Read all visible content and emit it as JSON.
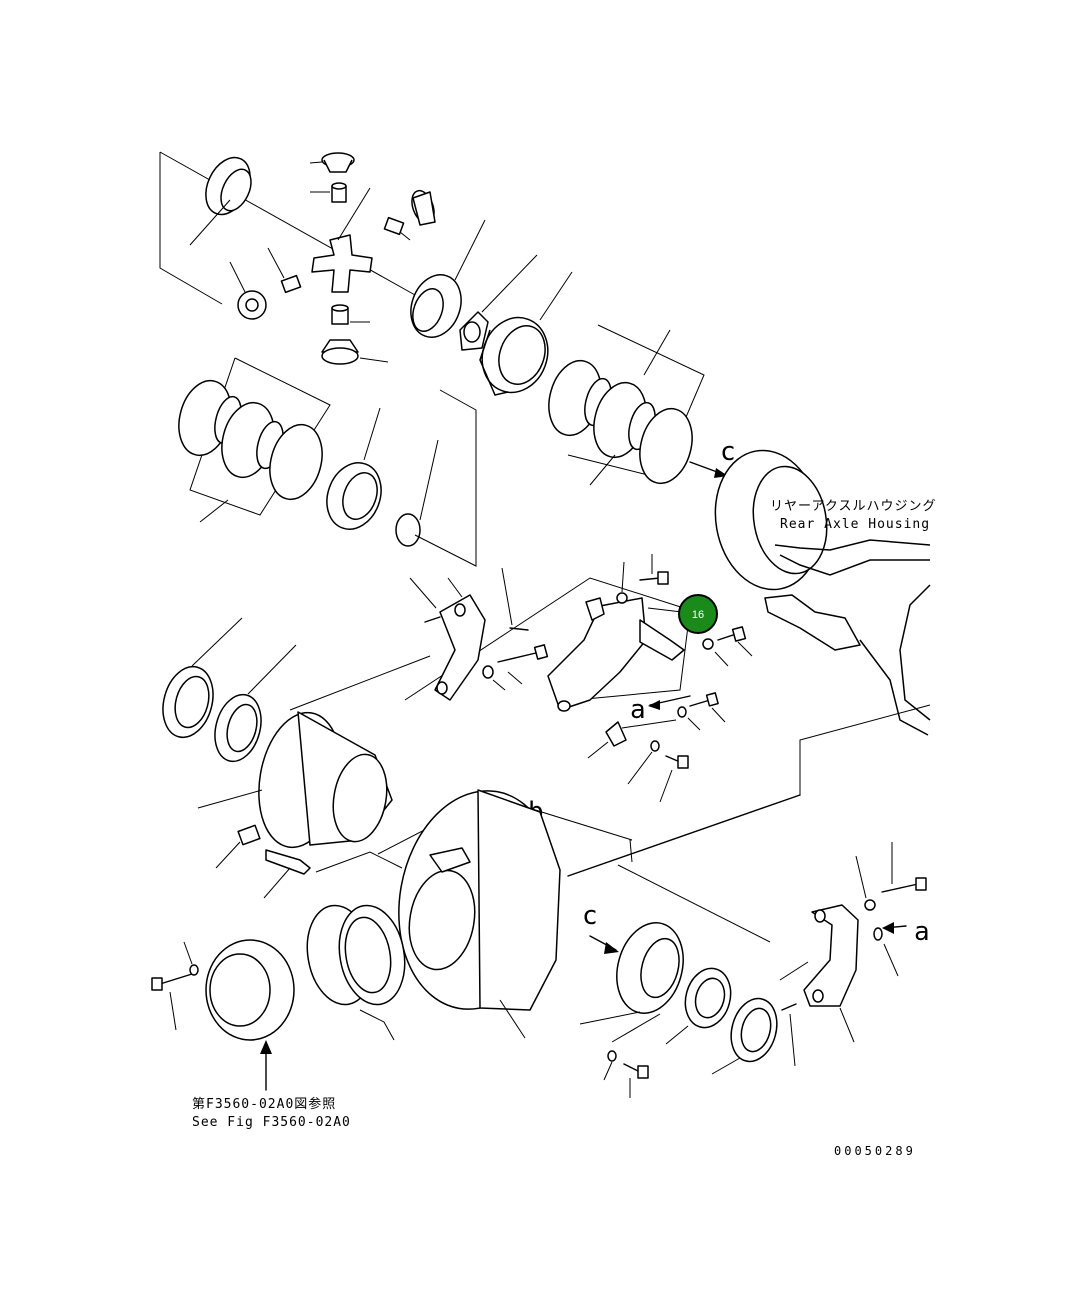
{
  "callout": {
    "number": "16",
    "color": "#1a8a1a",
    "ring_color": "#000000"
  },
  "refs": {
    "a": "a",
    "b": "b",
    "c": "c"
  },
  "housing_label": {
    "jp": "リヤーアクスルハウジング",
    "en": "Rear Axle Housing"
  },
  "see_fig": {
    "jp": "第F3560-02A0図参照",
    "en": "See Fig F3560-02A0"
  },
  "drawing_number": "00050289"
}
